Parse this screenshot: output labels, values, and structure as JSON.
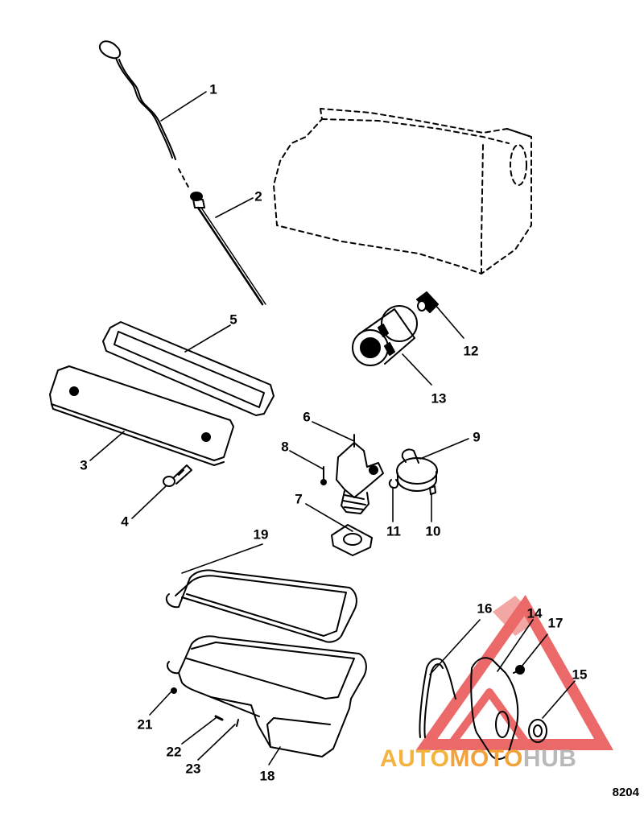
{
  "diagram": {
    "reference_code": "8204",
    "callouts": [
      "1",
      "2",
      "3",
      "4",
      "5",
      "6",
      "7",
      "8",
      "9",
      "10",
      "11",
      "12",
      "13",
      "14",
      "15",
      "16",
      "17",
      "18",
      "19",
      "21",
      "22",
      "23"
    ]
  },
  "watermark": {
    "part1": "AUTO",
    "part2": "MOTO",
    "part3": "HUB",
    "colors": {
      "auto": "#f4b33f",
      "moto": "#f2a23a",
      "hub": "#b9b9b9",
      "logo": "#e8514f"
    }
  }
}
